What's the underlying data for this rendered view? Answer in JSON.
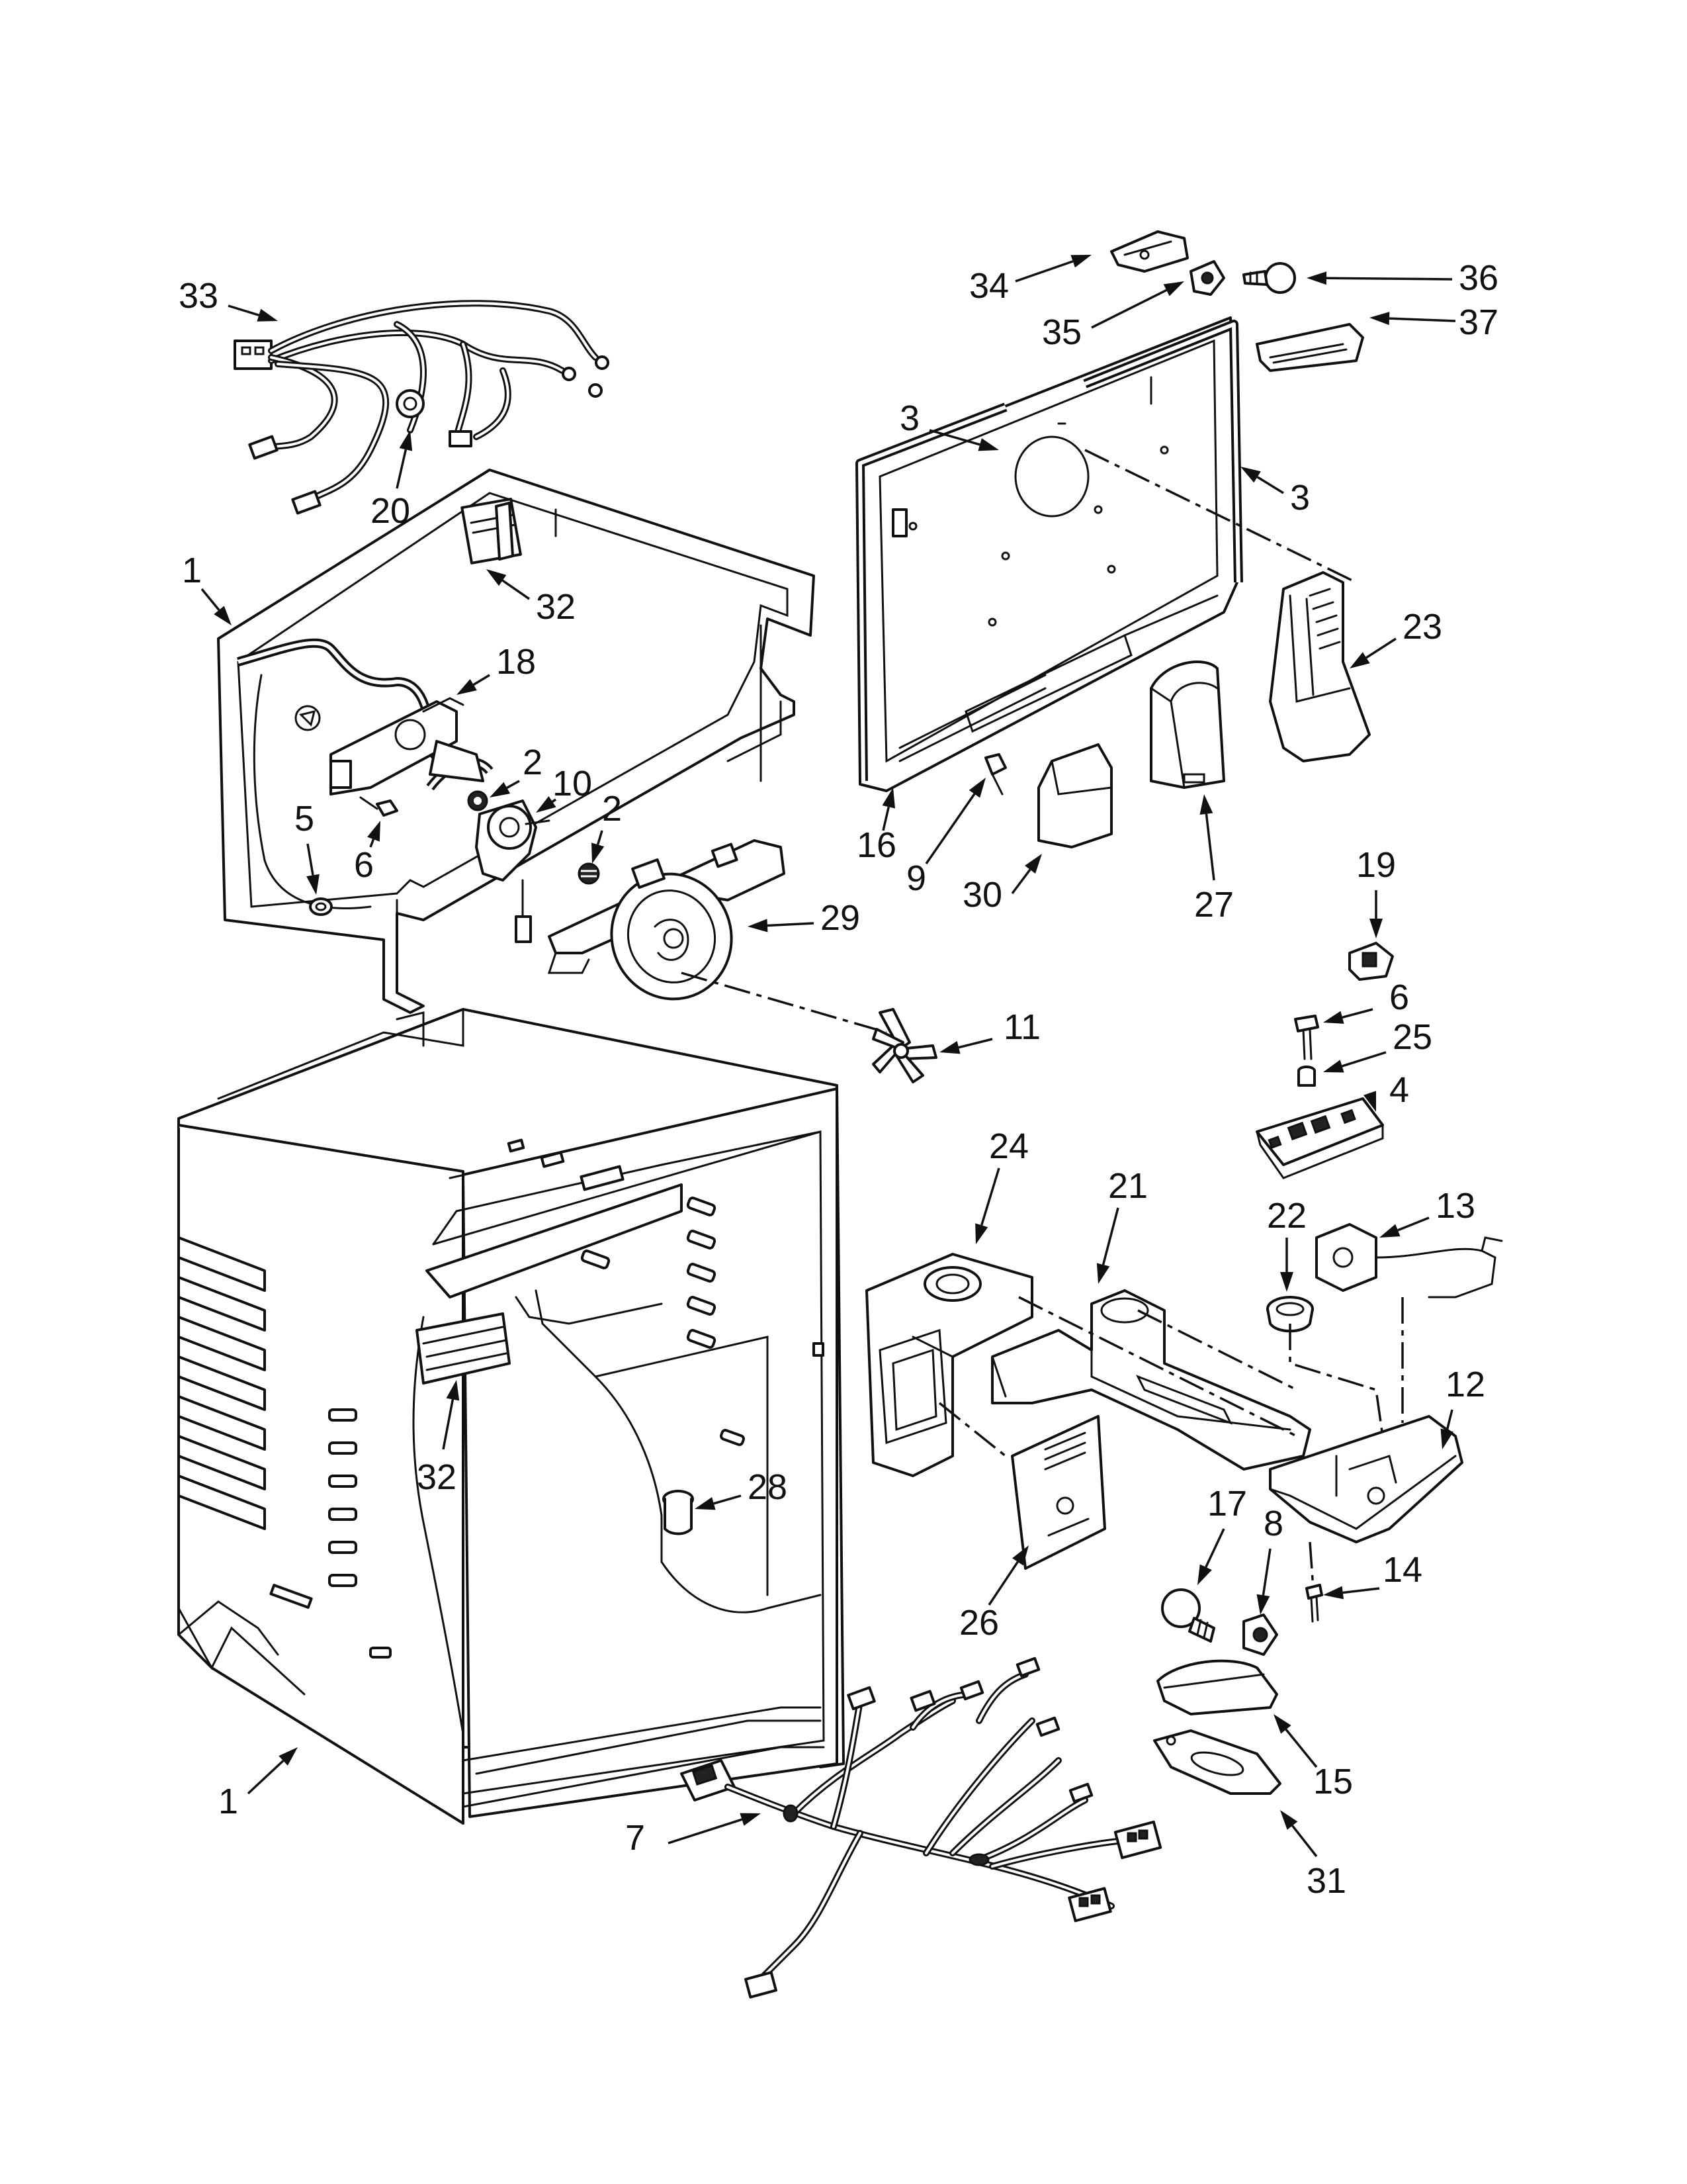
{
  "diagram": {
    "callouts": [
      {
        "id": "c33a",
        "label": "33"
      },
      {
        "id": "c20",
        "label": "20"
      },
      {
        "id": "c1a",
        "label": "1"
      },
      {
        "id": "c32a",
        "label": "32"
      },
      {
        "id": "c18",
        "label": "18"
      },
      {
        "id": "c2a",
        "label": "2"
      },
      {
        "id": "c10",
        "label": "10"
      },
      {
        "id": "c2b",
        "label": "2"
      },
      {
        "id": "c5",
        "label": "5"
      },
      {
        "id": "c6a",
        "label": "6"
      },
      {
        "id": "c29",
        "label": "29"
      },
      {
        "id": "c11",
        "label": "11"
      },
      {
        "id": "c34",
        "label": "34"
      },
      {
        "id": "c35",
        "label": "35"
      },
      {
        "id": "c36",
        "label": "36"
      },
      {
        "id": "c37",
        "label": "37"
      },
      {
        "id": "c3a",
        "label": "3"
      },
      {
        "id": "c3b",
        "label": "3"
      },
      {
        "id": "c23",
        "label": "23"
      },
      {
        "id": "c16",
        "label": "16"
      },
      {
        "id": "c9",
        "label": "9"
      },
      {
        "id": "c30",
        "label": "30"
      },
      {
        "id": "c27",
        "label": "27"
      },
      {
        "id": "c19",
        "label": "19"
      },
      {
        "id": "c6b",
        "label": "6"
      },
      {
        "id": "c25",
        "label": "25"
      },
      {
        "id": "c4",
        "label": "4"
      },
      {
        "id": "c24",
        "label": "24"
      },
      {
        "id": "c21",
        "label": "21"
      },
      {
        "id": "c22",
        "label": "22"
      },
      {
        "id": "c13",
        "label": "13"
      },
      {
        "id": "c12",
        "label": "12"
      },
      {
        "id": "c32b",
        "label": "32"
      },
      {
        "id": "c28",
        "label": "28"
      },
      {
        "id": "c17",
        "label": "17"
      },
      {
        "id": "c8",
        "label": "8"
      },
      {
        "id": "c14",
        "label": "14"
      },
      {
        "id": "c26",
        "label": "26"
      },
      {
        "id": "c15",
        "label": "15"
      },
      {
        "id": "c31",
        "label": "31"
      },
      {
        "id": "c1b",
        "label": "1"
      },
      {
        "id": "c7",
        "label": "7"
      }
    ]
  }
}
